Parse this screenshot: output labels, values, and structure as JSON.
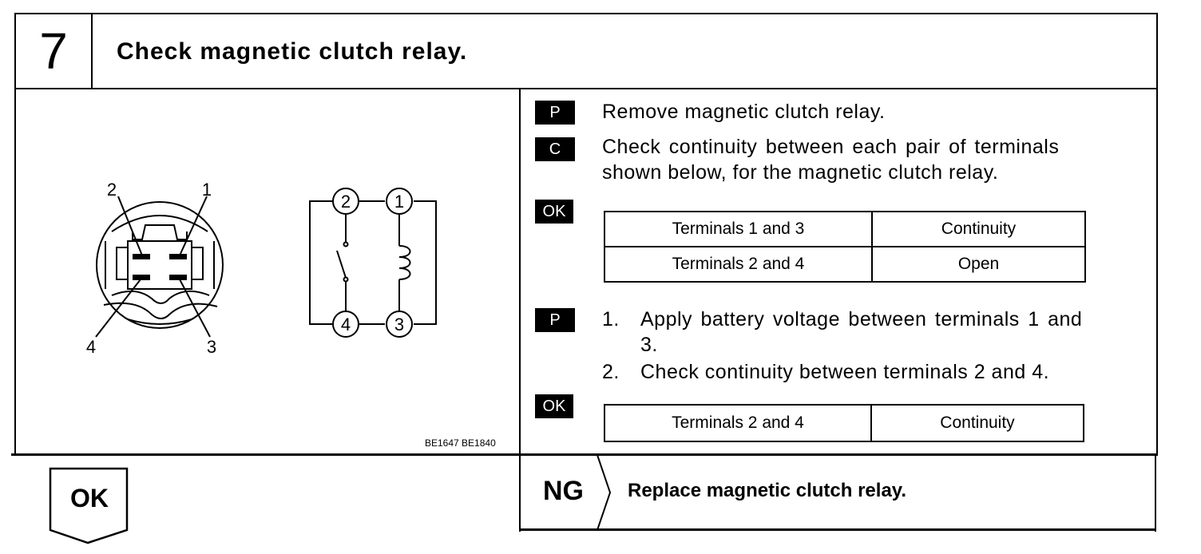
{
  "step": {
    "number": "7",
    "title": "Check magnetic clutch relay."
  },
  "figure": {
    "connector_labels": [
      "2",
      "1",
      "4",
      "3"
    ],
    "circuit_labels": [
      "2",
      "1",
      "4",
      "3"
    ],
    "code": "BE1647 BE1840"
  },
  "instructions": [
    {
      "badge": "P",
      "text": "Remove magnetic clutch relay."
    },
    {
      "badge": "C",
      "line1": "Check continuity between each pair of terminals",
      "line2": "shown below, for the magnetic clutch relay."
    },
    {
      "badge": "OK",
      "table": [
        [
          "Terminals 1 and 3",
          "Continuity"
        ],
        [
          "Terminals 2 and 4",
          "Open"
        ]
      ]
    },
    {
      "badge": "P",
      "steps": [
        {
          "num": "1.",
          "line1": "Apply battery voltage between terminals 1 and",
          "line2": "3."
        },
        {
          "num": "2.",
          "line1": "Check continuity between terminals 2 and 4."
        }
      ]
    },
    {
      "badge": "OK",
      "table": [
        [
          "Terminals 2 and 4",
          "Continuity"
        ]
      ]
    }
  ],
  "ok_result": "OK",
  "ng": {
    "label": "NG",
    "text": "Replace magnetic clutch relay."
  }
}
